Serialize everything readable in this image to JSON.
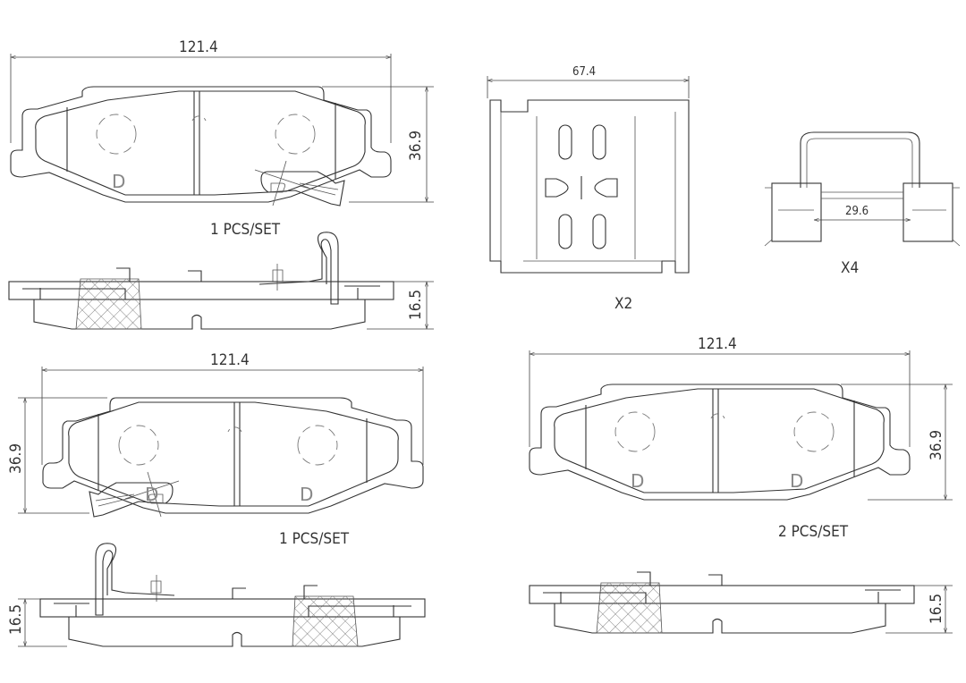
{
  "dimensions": {
    "top_left_width": "121.4",
    "top_left_height": "36.9",
    "top_left_thickness": "16.5",
    "shim_width": "67.4",
    "clip_width": "29.6",
    "bottom_left_width": "121.4",
    "bottom_left_height": "36.9",
    "bottom_left_thickness": "16.5",
    "bottom_right_width": "121.4",
    "bottom_right_height": "36.9",
    "bottom_right_thickness": "16.5"
  },
  "labels": {
    "top_left_qty": "1 PCS/SET",
    "shim_qty": "X2",
    "clip_qty": "X4",
    "bottom_left_qty": "1 PCS/SET",
    "bottom_right_qty": "2 PCS/SET",
    "marking": "D"
  }
}
